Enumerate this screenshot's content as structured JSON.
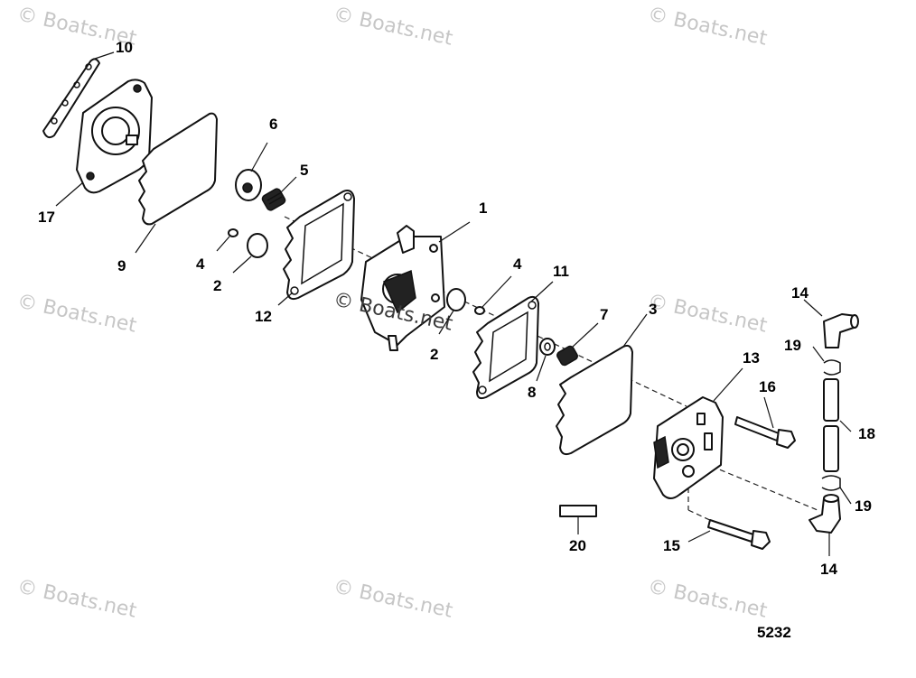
{
  "watermark": {
    "text": "© Boats.net"
  },
  "diagram_ref": "5232",
  "callouts": {
    "c1": "1",
    "c2a": "2",
    "c2b": "2",
    "c3": "3",
    "c4a": "4",
    "c4b": "4",
    "c5": "5",
    "c6": "6",
    "c7": "7",
    "c8": "8",
    "c9": "9",
    "c10": "10",
    "c11": "11",
    "c12": "12",
    "c13": "13",
    "c14a": "14",
    "c14b": "14",
    "c15": "15",
    "c16": "16",
    "c17": "17",
    "c18": "18",
    "c19a": "19",
    "c19b": "19",
    "c20": "20"
  }
}
